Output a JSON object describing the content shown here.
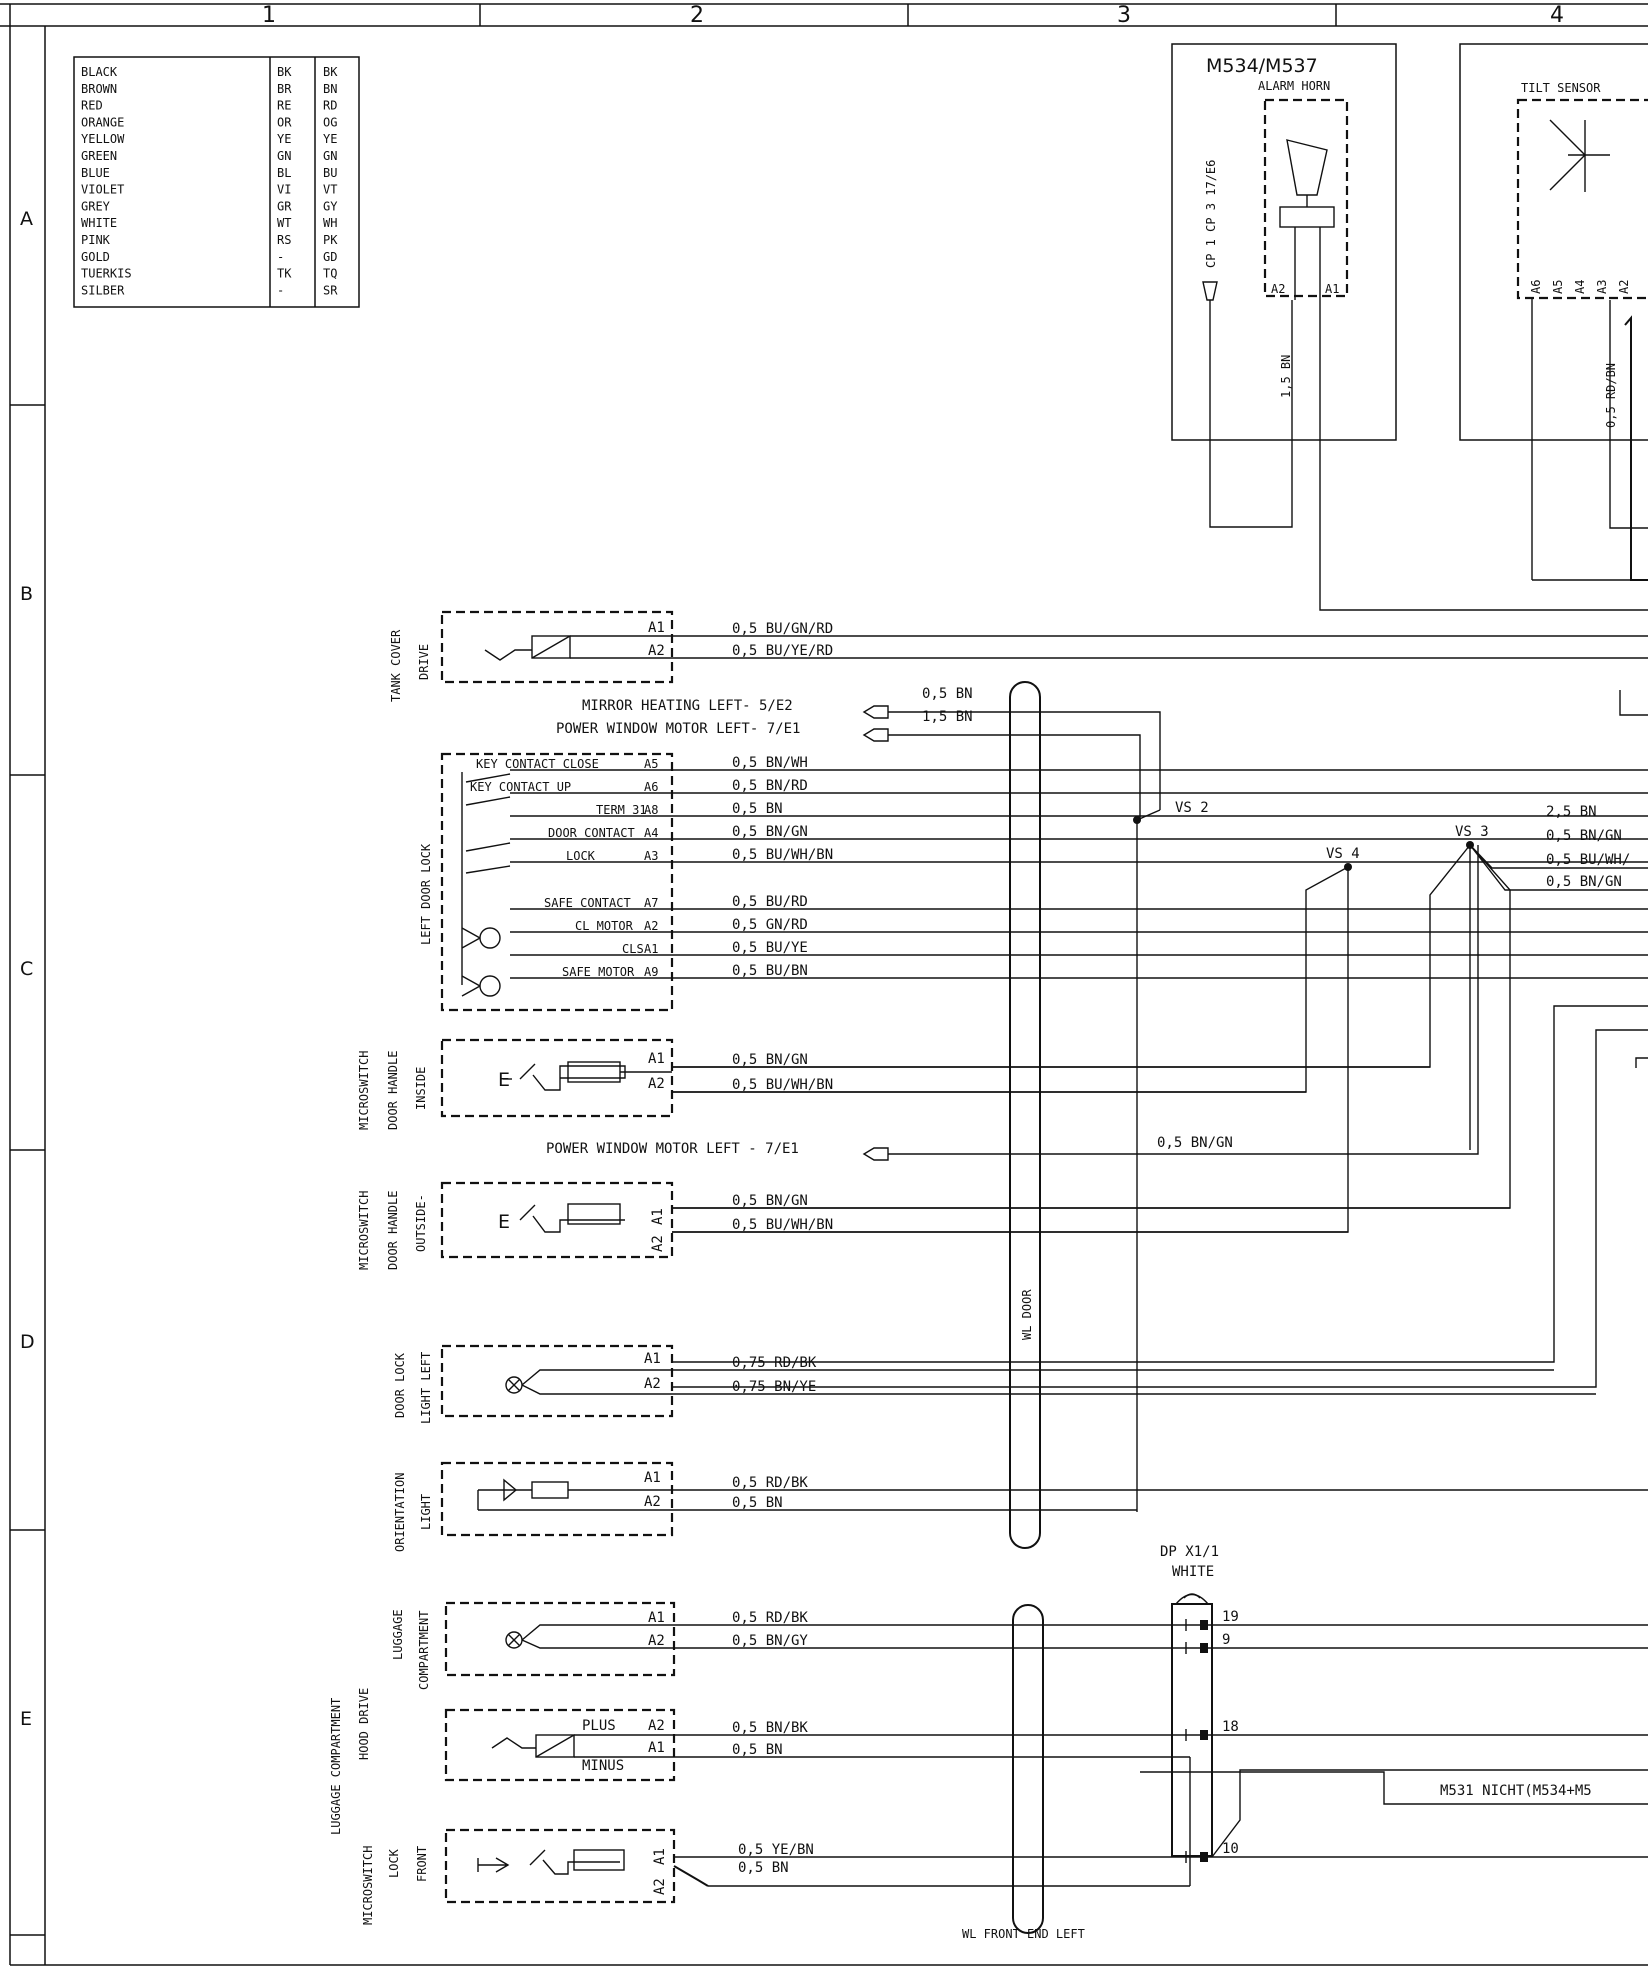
{
  "grid": {
    "columns": [
      "1",
      "2",
      "3",
      "4"
    ],
    "rows": [
      "A",
      "B",
      "C",
      "D",
      "E"
    ]
  },
  "legend": [
    {
      "name": "BLACK",
      "de": "BK",
      "en": "BK"
    },
    {
      "name": "BROWN",
      "de": "BR",
      "en": "BN"
    },
    {
      "name": "RED",
      "de": "RE",
      "en": "RD"
    },
    {
      "name": "ORANGE",
      "de": "OR",
      "en": "OG"
    },
    {
      "name": "YELLOW",
      "de": "YE",
      "en": "YE"
    },
    {
      "name": "GREEN",
      "de": "GN",
      "en": "GN"
    },
    {
      "name": "BLUE",
      "de": "BL",
      "en": "BU"
    },
    {
      "name": "VIOLET",
      "de": "VI",
      "en": "VT"
    },
    {
      "name": "GREY",
      "de": "GR",
      "en": "GY"
    },
    {
      "name": "WHITE",
      "de": "WT",
      "en": "WH"
    },
    {
      "name": "PINK",
      "de": "RS",
      "en": "PK"
    },
    {
      "name": "GOLD",
      "de": "-",
      "en": "GD"
    },
    {
      "name": "TUERKIS",
      "de": "TK",
      "en": "TQ"
    },
    {
      "name": "SILBER",
      "de": "-",
      "en": "SR"
    }
  ],
  "horn": {
    "title": "M534/M537",
    "subtitle": "ALARM HORN",
    "cp": "CP 1 CP 3 17/E6",
    "pins": [
      "A2",
      "A1"
    ],
    "wire": "1,5 BN"
  },
  "tilt": {
    "title": "TILT SENSOR",
    "pins": [
      "A6",
      "A5",
      "A4",
      "A3",
      "A2"
    ],
    "wire": "0,5 RD/BN"
  },
  "tank": {
    "label1": "TANK COVER",
    "label2": "DRIVE",
    "pins": [
      "A1",
      "A2"
    ],
    "wires": [
      "0,5 BU/GN/RD",
      "0,5 BU/YE/RD"
    ]
  },
  "refs": {
    "mirror": "MIRROR HEATING  LEFT- 5/E2",
    "mirror_wire": "0,5 BN",
    "pwm1": "POWER WINDOW MOTOR LEFT- 7/E1",
    "pwm1_wire": "1,5 BN",
    "pwm2": "POWER WINDOW MOTOR LEFT - 7/E1",
    "pwm2_wire": "0,5 BN/GN"
  },
  "doorlock": {
    "label1": "LEFT  DOOR LOCK",
    "rows": [
      {
        "label": "KEY CONTACT CLOSE",
        "pin": "A5",
        "wire": "0,5 BN/WH"
      },
      {
        "label": "KEY CONTACT UP",
        "pin": "A6",
        "wire": "0,5 BN/RD"
      },
      {
        "label": "TERM 31",
        "pin": "A8",
        "wire": "0,5 BN"
      },
      {
        "label": "DOOR CONTACT",
        "pin": "A4",
        "wire": "0,5 BN/GN"
      },
      {
        "label": "LOCK",
        "pin": "A3",
        "wire": "0,5 BU/WH/BN"
      },
      {
        "label": "SAFE CONTACT",
        "pin": "A7",
        "wire": "0,5 BU/RD"
      },
      {
        "label": "CL MOTOR",
        "pin": "A2",
        "wire": "0,5 GN/RD"
      },
      {
        "label": "CLS",
        "pin": "A1",
        "wire": "0,5 BU/YE"
      },
      {
        "label": "SAFE MOTOR",
        "pin": "A9",
        "wire": "0,5 BU/BN"
      }
    ]
  },
  "splices": {
    "vs2": "VS 2",
    "vs3": "VS 3",
    "vs4": "VS 4",
    "vs3_wires": [
      "2,5 BN",
      "0,5 BN/GN",
      "0,5 BU/WH/",
      "0,5 BN/GN"
    ]
  },
  "ms_inside": {
    "labels": [
      "MICROSWITCH",
      "DOOR HANDLE",
      "INSIDE"
    ],
    "pins": [
      "A1",
      "A2"
    ],
    "wires": [
      "0,5 BN/GN",
      "0,5 BU/WH/BN"
    ]
  },
  "ms_outside": {
    "labels": [
      "MICROSWITCH",
      "DOOR HANDLE",
      "OUTSIDE-"
    ],
    "pins": [
      "A1",
      "A2"
    ],
    "wires": [
      "0,5 BN/GN",
      "0,5 BU/WH/BN"
    ]
  },
  "doorlight": {
    "labels": [
      "DOOR LOCK",
      "LIGHT LEFT"
    ],
    "pins": [
      "A1",
      "A2"
    ],
    "wires": [
      "0,75 RD/BK",
      "0,75 BN/YE"
    ]
  },
  "orient": {
    "labels": [
      "ORIENTATION",
      "LIGHT"
    ],
    "pins": [
      "A1",
      "A2"
    ],
    "wires": [
      "0,5 RD/BK",
      "0,5 BN"
    ]
  },
  "harness_door": "WL DOOR",
  "harness_front": "WL FRONT END LEFT",
  "dp": {
    "title": "DP X1/1",
    "color": "WHITE",
    "pins": [
      "19",
      "9",
      "18",
      "10"
    ]
  },
  "luggage": {
    "labels": [
      "LUGGAGE",
      "COMPARTMENT"
    ],
    "pins": [
      "A1",
      "A2"
    ],
    "wires": [
      "0,5 RD/BK",
      "0,5 BN/GY"
    ]
  },
  "hood": {
    "group_label1": "LUGGAGE COMPARTMENT",
    "group_label2": "HOOD DRIVE",
    "plus": "PLUS",
    "minus": "MINUS",
    "pins": [
      "A2",
      "A1"
    ],
    "wires": [
      "0,5 BN/BK",
      "0,5 BN"
    ]
  },
  "ms_front": {
    "labels": [
      "MICROSWITCH",
      "LOCK",
      "FRONT"
    ],
    "pins": [
      "A1",
      "A2"
    ],
    "wires": [
      "0,5 YE/BN",
      "0,5 BN"
    ]
  },
  "m531": "M531 NICHT(M534+M5"
}
